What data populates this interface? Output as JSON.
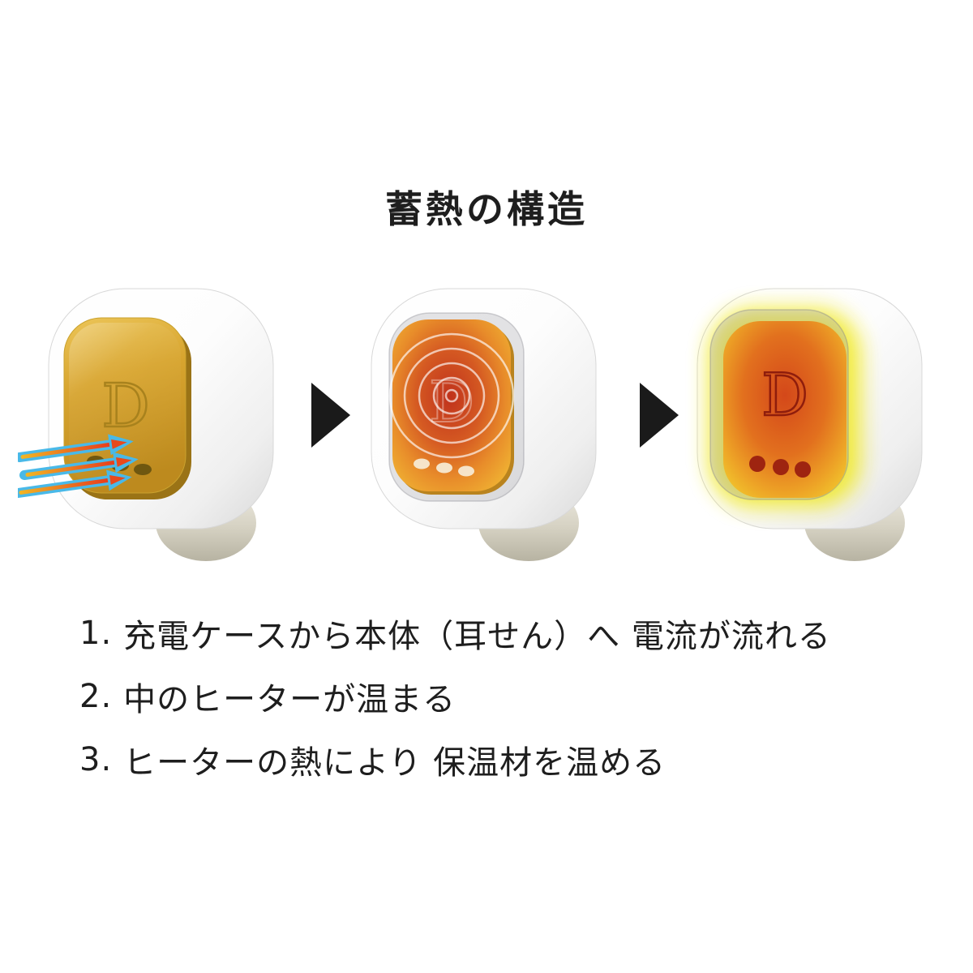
{
  "title": "蓄熱の構造",
  "steps": [
    {
      "number": "1.",
      "text": "充電ケースから本体（耳せん）へ 電流が流れる"
    },
    {
      "number": "2.",
      "text": "中のヒーターが温まる"
    },
    {
      "number": "3.",
      "text": "ヒーターの熱により 保温材を温める"
    }
  ],
  "stages": [
    {
      "logo": "D"
    },
    {
      "logo": "D"
    },
    {
      "logo": "D"
    }
  ],
  "colors": {
    "step_arrow": "#1a1a1a",
    "text": "#1e1e1e",
    "panel_gold": "#d8a52f",
    "panel_heat": "#d55a22",
    "panel_glow": "#f0e81e",
    "current_arrow_blue": "#49b9e8",
    "current_arrow_core": "#e8491c"
  }
}
